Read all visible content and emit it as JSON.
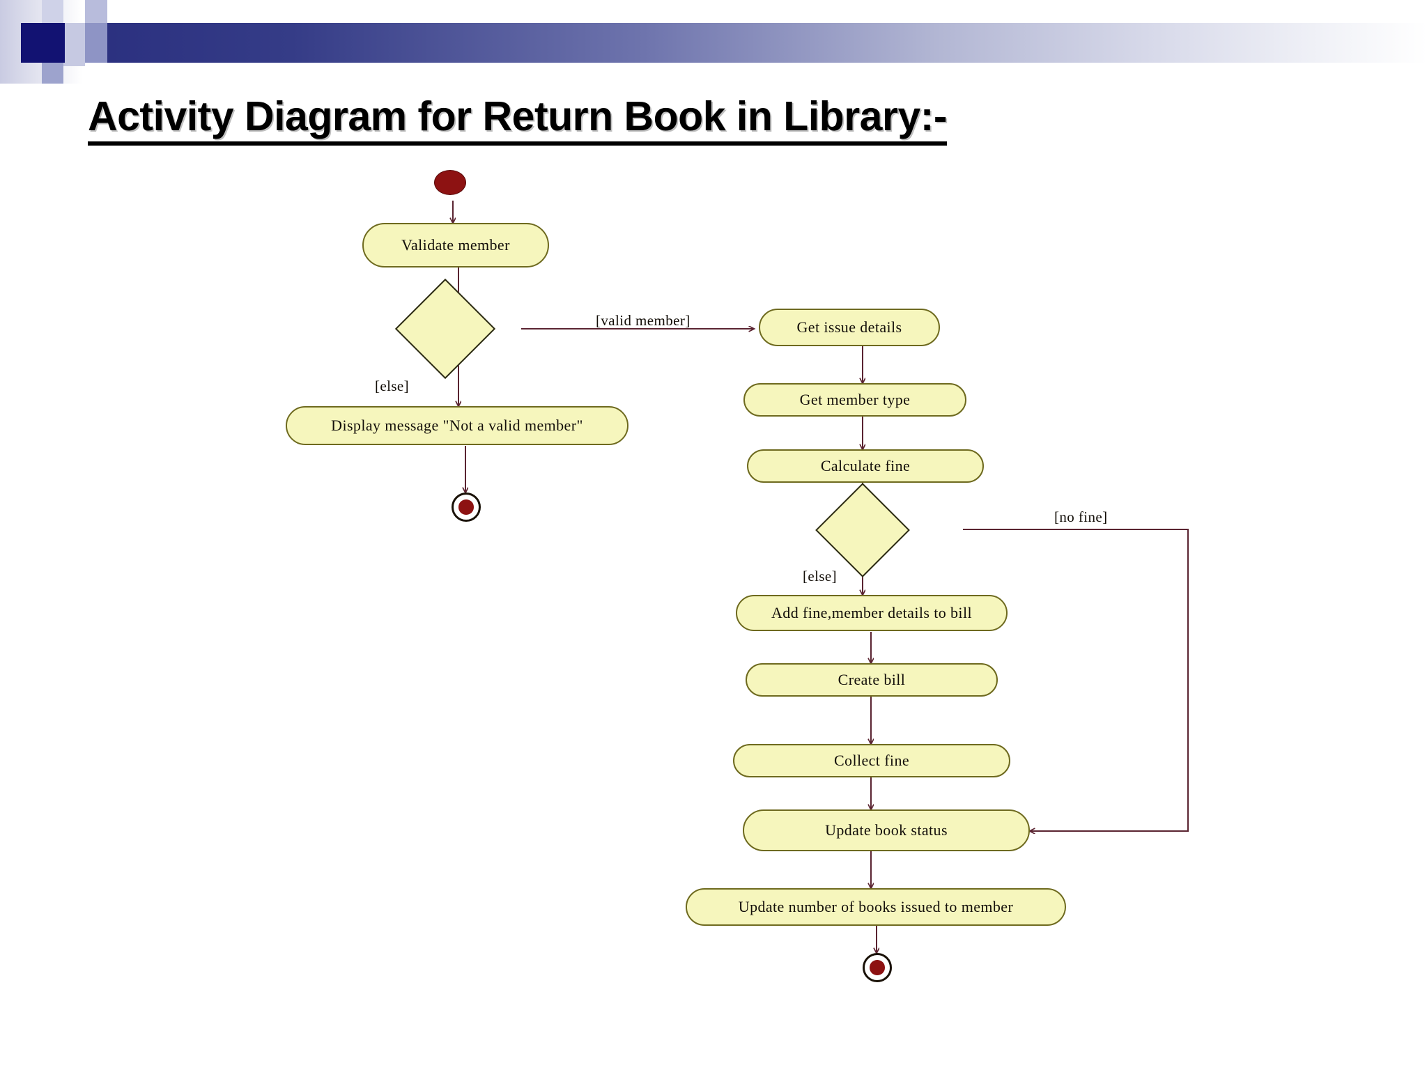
{
  "slide": {
    "title": "Activity Diagram for Return Book in Library:-",
    "background_color": "#ffffff",
    "header": {
      "band_color_start": "#2a2f7f",
      "band_color_end": "#ffffff",
      "accent_square_color": "#121272"
    }
  },
  "diagram": {
    "type": "uml-activity-diagram",
    "node_fill": "#f6f6bd",
    "node_border": "#6e6a1f",
    "start_node_color": "#8d1212",
    "end_node_color": "#8d1212",
    "connector_color": "#5a2431",
    "nodes": [
      {
        "id": "start",
        "kind": "initial-node",
        "label": ""
      },
      {
        "id": "validate-member",
        "kind": "action",
        "label": "Validate member"
      },
      {
        "id": "decision-member",
        "kind": "decision",
        "label": ""
      },
      {
        "id": "display-message",
        "kind": "action",
        "label": "Display message \"Not a valid member\""
      },
      {
        "id": "end-invalid",
        "kind": "final-node",
        "label": ""
      },
      {
        "id": "get-issue-details",
        "kind": "action",
        "label": "Get issue details"
      },
      {
        "id": "get-member-type",
        "kind": "action",
        "label": "Get member type"
      },
      {
        "id": "calculate-fine",
        "kind": "action",
        "label": "Calculate fine"
      },
      {
        "id": "decision-fine",
        "kind": "decision",
        "label": ""
      },
      {
        "id": "add-fine",
        "kind": "action",
        "label": "Add fine,member details to bill"
      },
      {
        "id": "create-bill",
        "kind": "action",
        "label": "Create bill"
      },
      {
        "id": "collect-fine",
        "kind": "action",
        "label": "Collect fine"
      },
      {
        "id": "update-book-status",
        "kind": "action",
        "label": "Update book status"
      },
      {
        "id": "update-books-issued",
        "kind": "action",
        "label": "Update number of books issued to member"
      },
      {
        "id": "end-final",
        "kind": "final-node",
        "label": ""
      }
    ],
    "guards": [
      {
        "id": "guard-valid-member",
        "label": "[valid member]",
        "from": "decision-member",
        "to": "get-issue-details"
      },
      {
        "id": "guard-else-member",
        "label": "[else]",
        "from": "decision-member",
        "to": "display-message"
      },
      {
        "id": "guard-no-fine",
        "label": "[no fine]",
        "from": "decision-fine",
        "to": "update-book-status"
      },
      {
        "id": "guard-else-fine",
        "label": "[else]",
        "from": "decision-fine",
        "to": "add-fine"
      }
    ]
  }
}
